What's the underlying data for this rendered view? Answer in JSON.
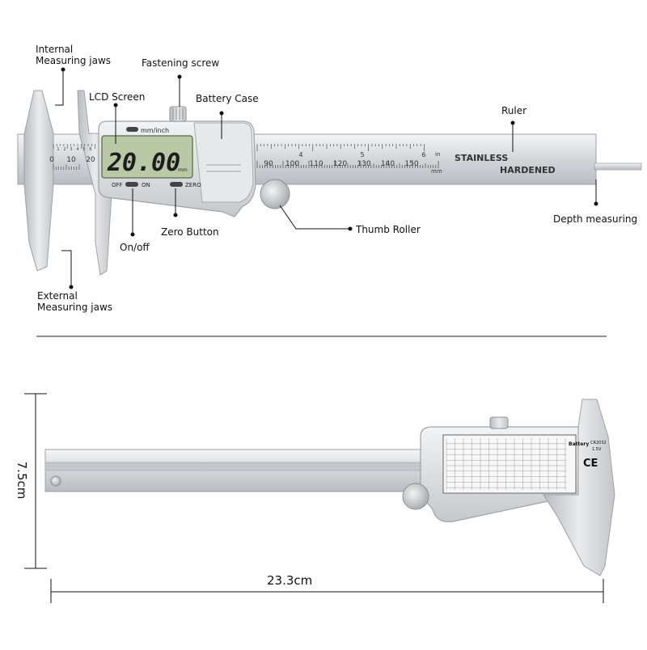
{
  "labels": {
    "internal_jaws": "Internal Measuring jaws",
    "fastening_screw": "Fastening screw",
    "lcd_screen": "LCD Screen",
    "battery_case": "Battery Case",
    "ruler": "Ruler",
    "depth": "Depth measuring",
    "thumb_roller": "Thumb Roller",
    "zero_button": "Zero Button",
    "on_off": "On/off",
    "external_jaws": "External Measuring jaws"
  },
  "device": {
    "display_value": "20.00",
    "display_unit": "mm",
    "mode_button": "mm/inch",
    "off_label": "OFF",
    "on_label": "ON",
    "zero_label": "ZERO",
    "ruler_text_1": "STAINLESS",
    "ruler_text_2": "HARDENED",
    "unit_in": "in",
    "unit_mm": "mm",
    "mm_ticks": [
      "90",
      "100",
      "110",
      "120",
      "130",
      "140",
      "150"
    ],
    "inch_ticks": [
      "4",
      "5",
      "6"
    ],
    "jaw_mm_ticks": [
      "0",
      "10",
      "20"
    ],
    "jaw_small_ticks": [
      "1",
      "2",
      "3",
      "4",
      "5",
      "6"
    ]
  },
  "back": {
    "battery": "Battery",
    "battery_type": "CR2032",
    "battery_voltage": "1.5V",
    "ce": "CE"
  },
  "dimensions": {
    "height": "7.5cm",
    "width": "23.3cm"
  },
  "colors": {
    "steel": "#d9dbdd",
    "lcd": "#b9c9a5",
    "line": "#111111"
  }
}
